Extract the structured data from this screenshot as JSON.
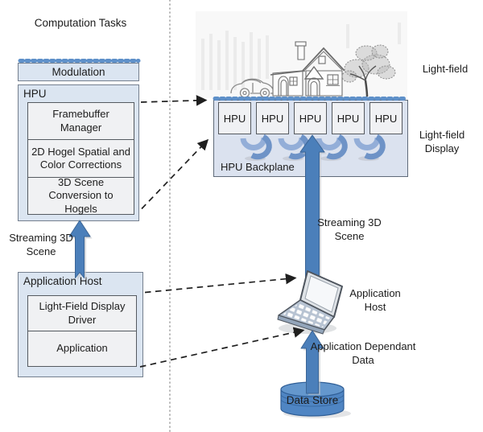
{
  "left": {
    "heading": "Computation Tasks",
    "modulation_label": "Modulation",
    "hpu_label": "HPU",
    "tasks": [
      "Framebuffer Manager",
      "2D Hogel Spatial and Color Corrections",
      "3D Scene Conversion to Hogels"
    ],
    "streaming_label": "Streaming 3D Scene",
    "app_host_label": "Application Host",
    "app_items": [
      "Light-Field Display Driver",
      "Application"
    ]
  },
  "right": {
    "light_field_label": "Light-field",
    "hpu_units": [
      "HPU",
      "HPU",
      "HPU",
      "HPU",
      "HPU"
    ],
    "backplane_label": "HPU Backplane",
    "display_label": "Light-field Display",
    "streaming_label": "Streaming 3D Scene",
    "app_host_label": "Application Host",
    "dependant_label": "Application Dependant Data",
    "data_store_label": "Data Store"
  },
  "colors": {
    "box_fill": "#dbe5f1",
    "inner_fill": "#f0f1f3",
    "arrow_blue": "#4b7fba",
    "bead_blue": "#5e90c9",
    "cylinder_blue": "#4f85c3"
  }
}
